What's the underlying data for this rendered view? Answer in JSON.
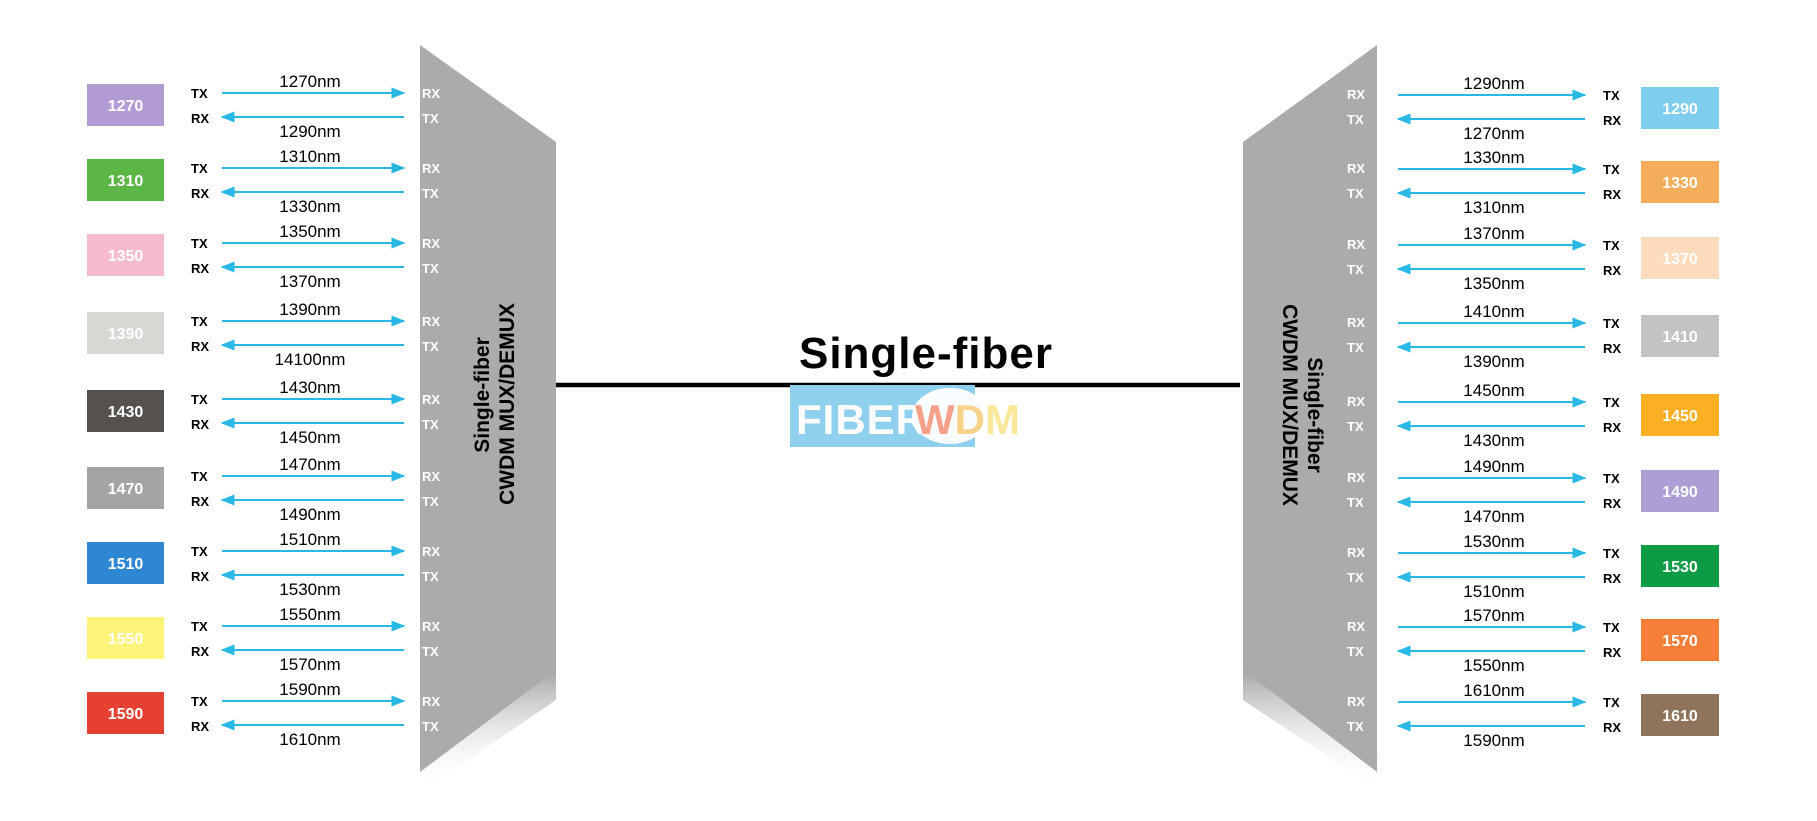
{
  "title": "Single-fiber",
  "logo": {
    "part1": "FIBER",
    "part2": "WDM",
    "bg": "#8fd0ee"
  },
  "accent_line_color": "#29b8e6",
  "left_device": {
    "line1": "Single-fiber",
    "line2": "CWDM MUX/DEMUX"
  },
  "right_device": {
    "line1": "Single-fiber",
    "line2": "CWDM MUX/DEMUX"
  },
  "labels": {
    "tx": "TX",
    "rx": "RX"
  },
  "left_channels": [
    {
      "code": "1270",
      "color": "#b39bd6",
      "tx_label": "1270nm",
      "rx_label": "1290nm"
    },
    {
      "code": "1310",
      "color": "#5cb646",
      "tx_label": "1310nm",
      "rx_label": "1330nm"
    },
    {
      "code": "1350",
      "color": "#f6bccd",
      "tx_label": "1350nm",
      "rx_label": "1370nm"
    },
    {
      "code": "1390",
      "color": "#d9d7d3",
      "tx_label": "1390nm",
      "rx_label": "14100nm"
    },
    {
      "code": "1430",
      "color": "#55524d",
      "tx_label": "1430nm",
      "rx_label": "1450nm"
    },
    {
      "code": "1470",
      "color": "#a4a4a4",
      "tx_label": "1470nm",
      "rx_label": "1490nm"
    },
    {
      "code": "1510",
      "color": "#2f87d3",
      "tx_label": "1510nm",
      "rx_label": "1530nm"
    },
    {
      "code": "1550",
      "color": "#fff37a",
      "tx_label": "1550nm",
      "rx_label": "1570nm"
    },
    {
      "code": "1590",
      "color": "#e64033",
      "tx_label": "1590nm",
      "rx_label": "1610nm"
    }
  ],
  "right_channels": [
    {
      "code": "1290",
      "color": "#7fcdef",
      "tx_label": "1290nm",
      "rx_label": "1270nm"
    },
    {
      "code": "1330",
      "color": "#f4ae5b",
      "tx_label": "1330nm",
      "rx_label": "1310nm"
    },
    {
      "code": "1370",
      "color": "#fcdcbd",
      "tx_label": "1370nm",
      "rx_label": "1350nm"
    },
    {
      "code": "1410",
      "color": "#c4c3c1",
      "tx_label": "1410nm",
      "rx_label": "1390nm"
    },
    {
      "code": "1450",
      "color": "#fbb024",
      "tx_label": "1450nm",
      "rx_label": "1430nm"
    },
    {
      "code": "1490",
      "color": "#ad9fd6",
      "tx_label": "1490nm",
      "rx_label": "1470nm"
    },
    {
      "code": "1530",
      "color": "#0e9b45",
      "tx_label": "1530nm",
      "rx_label": "1510nm"
    },
    {
      "code": "1570",
      "color": "#f57e39",
      "tx_label": "1570nm",
      "rx_label": "1550nm"
    },
    {
      "code": "1610",
      "color": "#8f735a",
      "tx_label": "1610nm",
      "rx_label": "1590nm"
    }
  ]
}
